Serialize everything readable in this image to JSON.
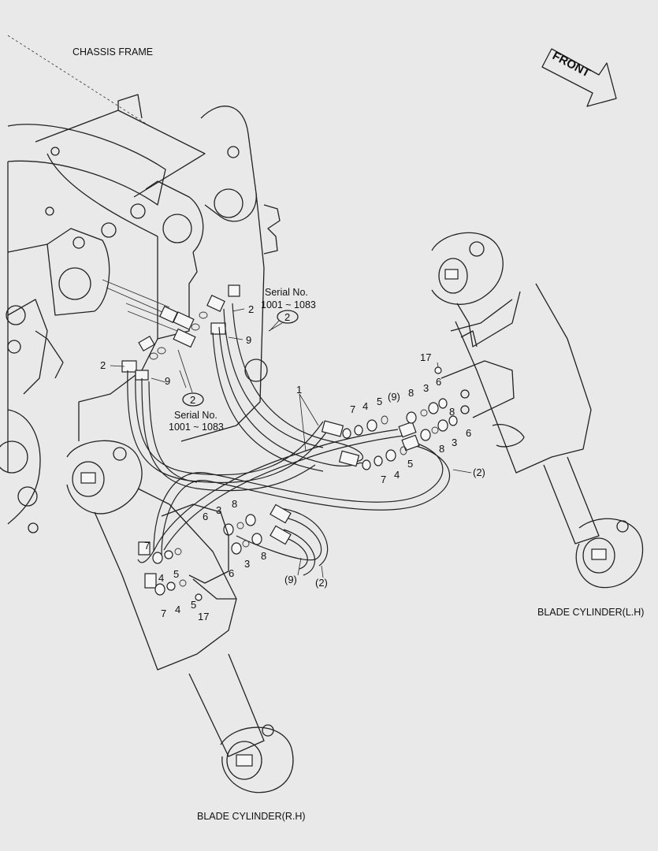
{
  "labels": {
    "chassis_frame": "CHASSIS FRAME",
    "front": "FRONT",
    "blade_cylinder_lh": "BLADE CYLINDER(L.H)",
    "blade_cylinder_rh": "BLADE CYLINDER(R.H)"
  },
  "serial_notes": [
    {
      "title": "Serial No.",
      "range": "1001 ~  1083",
      "ref": "2"
    },
    {
      "title": "Serial No.",
      "range": "1001 ~  1083",
      "ref": "2"
    }
  ],
  "part_numbers": {
    "p1": "1",
    "p2": "2",
    "p3": "3",
    "p4": "4",
    "p5": "5",
    "p6": "6",
    "p7": "7",
    "p8": "8",
    "p9": "9",
    "p17": "17",
    "p9b": "(9)",
    "p2b": "(2)"
  },
  "colors": {
    "background": "#e9e9e9",
    "line": "#222222"
  }
}
